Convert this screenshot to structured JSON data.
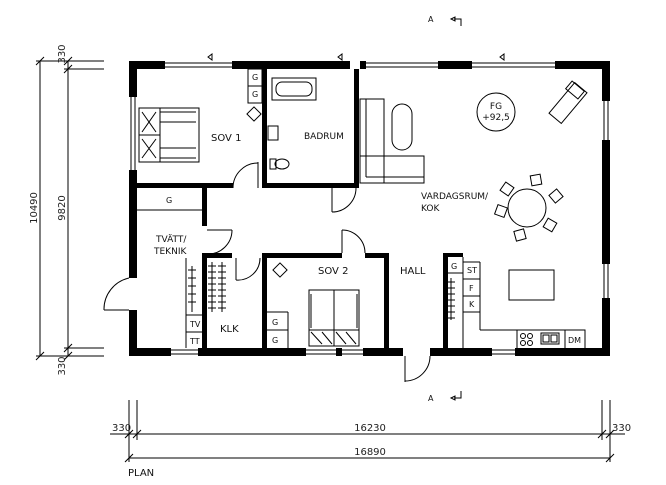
{
  "rooms": {
    "sov1": "SOV 1",
    "badrum": "BADRUM",
    "vardagsrum_line1": "VARDAGSRUM/",
    "vardagsrum_line2": "KOK",
    "tvatt_line1": "TVÄTT/",
    "tvatt_line2": "TEKNIK",
    "sov2": "SOV 2",
    "hall": "HALL",
    "klk": "KLK"
  },
  "floor_level": {
    "line1": "FG",
    "line2": "+92,5"
  },
  "fixtures": {
    "g": "G",
    "st": "ST",
    "f": "F",
    "k": "K",
    "tv": "TV",
    "tt": "TT",
    "dm": "DM"
  },
  "section_marker": "A",
  "dimensions": {
    "total_height": "10490",
    "inner_height": "9820",
    "top_wall": "330",
    "bottom_wall": "330",
    "left_wall": "330",
    "inner_width": "16230",
    "right_wall": "330",
    "total_width": "16890"
  },
  "caption": "PLAN"
}
